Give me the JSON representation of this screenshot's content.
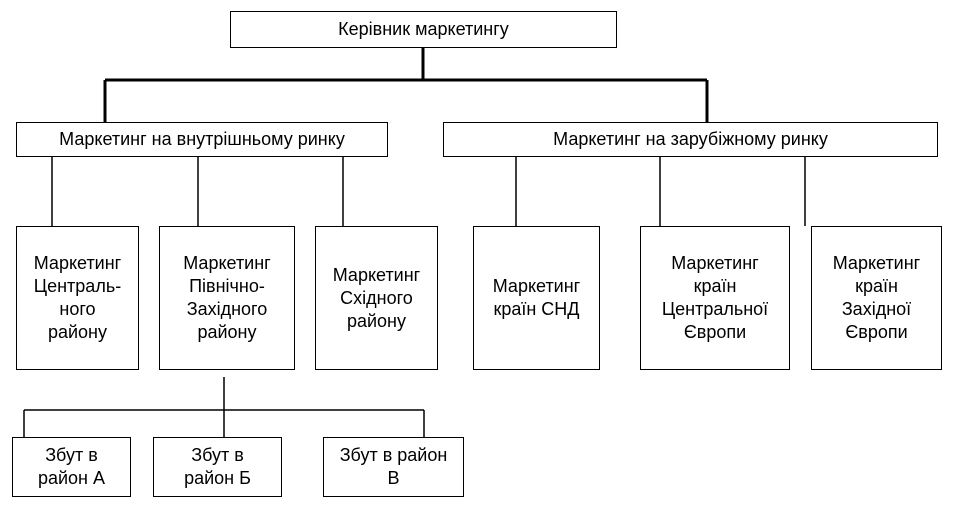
{
  "top": {
    "label": "Керівник маркетингу"
  },
  "domestic": {
    "label": "Маркетинг на внутрішньому ринку",
    "units": [
      {
        "label": "Маркетинг\nЦентраль-\nного\nрайону"
      },
      {
        "label": "Маркетинг\nПівнічно-\nЗахідного\nрайону"
      },
      {
        "label": "Маркетинг\nСхідного\nрайону"
      }
    ]
  },
  "foreign": {
    "label": "Маркетинг на зарубіжному ринку",
    "units": [
      {
        "label": "Маркетинг\nкраїн СНД"
      },
      {
        "label": "Маркетинг\nкраїн\nЦентральної\nЄвропи"
      },
      {
        "label": "Маркетинг\nкраїн\nЗахідної\nЄвропи"
      }
    ]
  },
  "sales": [
    {
      "label": "Збут в\nрайон А"
    },
    {
      "label": "Збут в\nрайон Б"
    },
    {
      "label": "Збут в район\nВ"
    }
  ]
}
